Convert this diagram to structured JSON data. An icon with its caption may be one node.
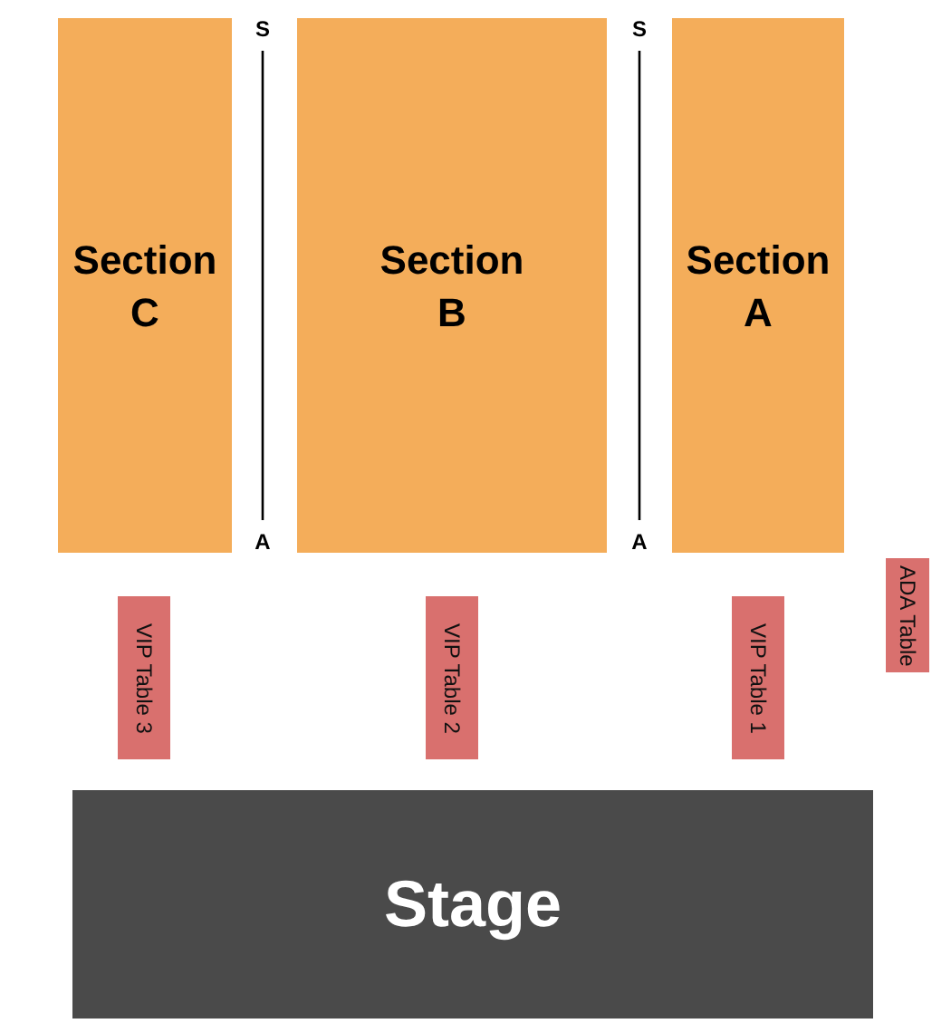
{
  "diagram": {
    "nodes": [
      {
        "text": [
          "Section C"
        ]
      },
      {
        "text": [
          "Section B"
        ]
      },
      {
        "text": [
          "Section A"
        ]
      },
      {
        "text": [
          "VIP Table 3"
        ]
      },
      {
        "text": [
          "VIP Table 2"
        ]
      },
      {
        "text": [
          "VIP Table 1"
        ]
      },
      {
        "text": [
          "ADA Table"
        ]
      },
      {
        "text": [
          "Stage"
        ]
      }
    ],
    "labels": [
      "S",
      "S",
      "A",
      "A"
    ]
  }
}
